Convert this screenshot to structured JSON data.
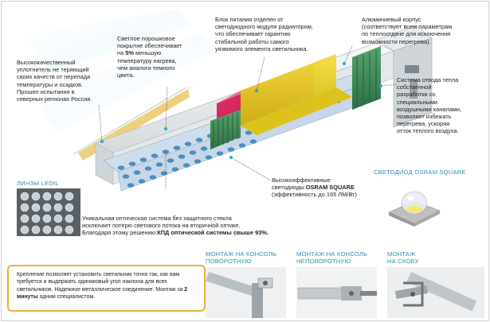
{
  "callouts": {
    "seal": "Высококачественный\nуплотнитель не теряющий\nсвоих качеств от перепада\nтемпературы и осадков.\nПрошел испытания в\nсеверных регионах России.",
    "coating": {
      "before": "Светлое порошковое\nпокрытие обеспечивает\nна ",
      "highlight": "5%",
      "after": " меньшую\nтемпературу нагрева,\nчем аналоги темного\nцвета."
    },
    "power": "Блок питания отделен от\nсветодиодного модуля радиатором,\nчто обеспечивает гарантию\nстабильной работы самого\nуязвимого элемента светильника.",
    "aluminum": "Алюминиевый корпус\n(соответствует всем параметрам\nпо теплоотдаче для исключения\nвозможности перегрева).",
    "cooling": "Система отвода тепла\nсобственной\nразработки со\nспециальными\nвоздушными каналами,\nпозволяет избежать\nперегрева, ускоряя\nотток теплого воздуха.",
    "leds": {
      "line1": "Высокоэффективные",
      "line2_before": "светодиоды ",
      "line2_highlight": "OSRAM SQUARE",
      "line3": "(эффективность до 165 ЛМ/Вт)"
    },
    "optics": {
      "line1": "Уникальная оптическая система без защитного стекла",
      "line2": "исключает потерю светового потока на вторичной оптике.",
      "line3_before": "Благодаря этому решению:",
      "line3_highlight": "КПД оптической системы свыше 93%."
    }
  },
  "captions": {
    "lenses": "ЛИНЗЫ LEDIL",
    "osram": "СВЕТОДИОД OSRAM SQUARE",
    "mount_rotary": "МОНТАЖ НА КОНСОЛЬ\nПОВОРОТНУЮ",
    "mount_fixed": "МОНТАЖ НА КОНСОЛЬ\nНЕПОВОРОТНУЮ",
    "mount_bracket": "МОНТАЖ\nНА СКОБУ"
  },
  "notice": {
    "before": "Крепление позволяет установить светильник точно так, как вам требуется и выдержать одинаковый угол наклона для всех светильников. Надежное металлическое соединение. Монтаж за ",
    "highlight": "2 минуты",
    "after": " одним специалистом."
  },
  "colors": {
    "accent": "#2a8fb6",
    "notice_border": "#e8b23c",
    "power_magenta": "#d9235f",
    "power_yellow": "#e7cf22",
    "radiator_green": "#3d8b57"
  }
}
